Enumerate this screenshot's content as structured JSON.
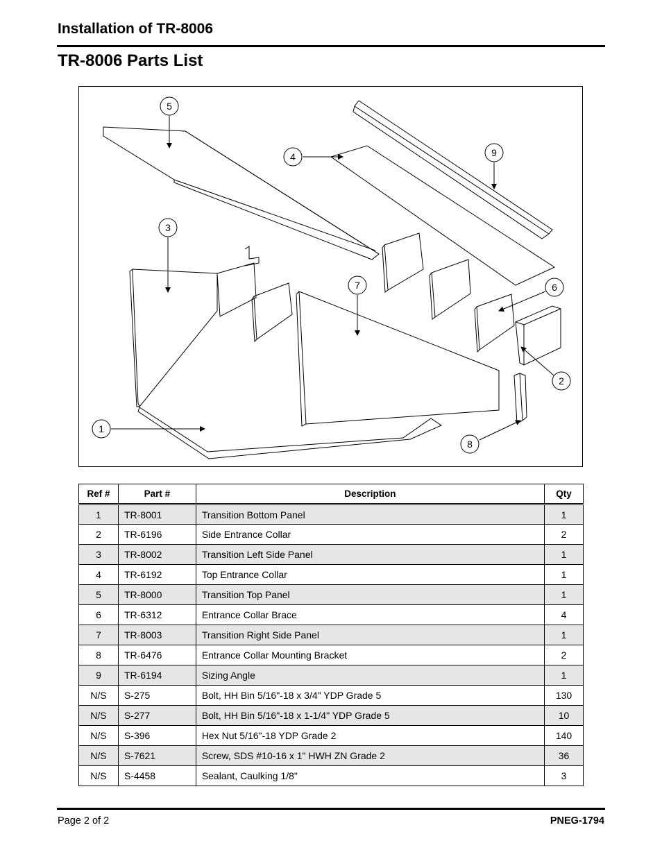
{
  "header": {
    "section_title": "Installation of TR-8006",
    "page_title": "TR-8006 Parts List"
  },
  "figure": {
    "callouts": [
      "1",
      "2",
      "3",
      "4",
      "5",
      "6",
      "7",
      "8",
      "9"
    ]
  },
  "table": {
    "columns": [
      "Ref #",
      "Part #",
      "Description",
      "Qty"
    ],
    "rows": [
      {
        "ref": "1",
        "part": "TR-8001",
        "description": "Transition Bottom Panel",
        "qty": "1"
      },
      {
        "ref": "2",
        "part": "TR-6196",
        "description": "Side Entrance Collar",
        "qty": "2"
      },
      {
        "ref": "3",
        "part": "TR-8002",
        "description": "Transition Left Side Panel",
        "qty": "1"
      },
      {
        "ref": "4",
        "part": "TR-6192",
        "description": "Top Entrance Collar",
        "qty": "1"
      },
      {
        "ref": "5",
        "part": "TR-8000",
        "description": "Transition Top Panel",
        "qty": "1"
      },
      {
        "ref": "6",
        "part": "TR-6312",
        "description": "Entrance Collar Brace",
        "qty": "4"
      },
      {
        "ref": "7",
        "part": "TR-8003",
        "description": "Transition Right Side Panel",
        "qty": "1"
      },
      {
        "ref": "8",
        "part": "TR-6476",
        "description": "Entrance Collar Mounting Bracket",
        "qty": "2"
      },
      {
        "ref": "9",
        "part": "TR-6194",
        "description": "Sizing Angle",
        "qty": "1"
      },
      {
        "ref": "N/S",
        "part": "S-275",
        "description": "Bolt, HH Bin 5/16\"-18 x 3/4\" YDP Grade 5",
        "qty": "130"
      },
      {
        "ref": "N/S",
        "part": "S-277",
        "description": "Bolt, HH Bin 5/16\"-18 x 1-1/4\" YDP Grade 5",
        "qty": "10"
      },
      {
        "ref": "N/S",
        "part": "S-396",
        "description": "Hex Nut 5/16\"-18 YDP Grade 2",
        "qty": "140"
      },
      {
        "ref": "N/S",
        "part": "S-7621",
        "description": "Screw, SDS #10-16 x 1\" HWH ZN Grade 2",
        "qty": "36"
      },
      {
        "ref": "N/S",
        "part": "S-4458",
        "description": "Sealant, Caulking 1/8\"",
        "qty": "3"
      }
    ]
  },
  "footer": {
    "page": "Page 2 of 2",
    "doc_id": "PNEG-1794"
  }
}
